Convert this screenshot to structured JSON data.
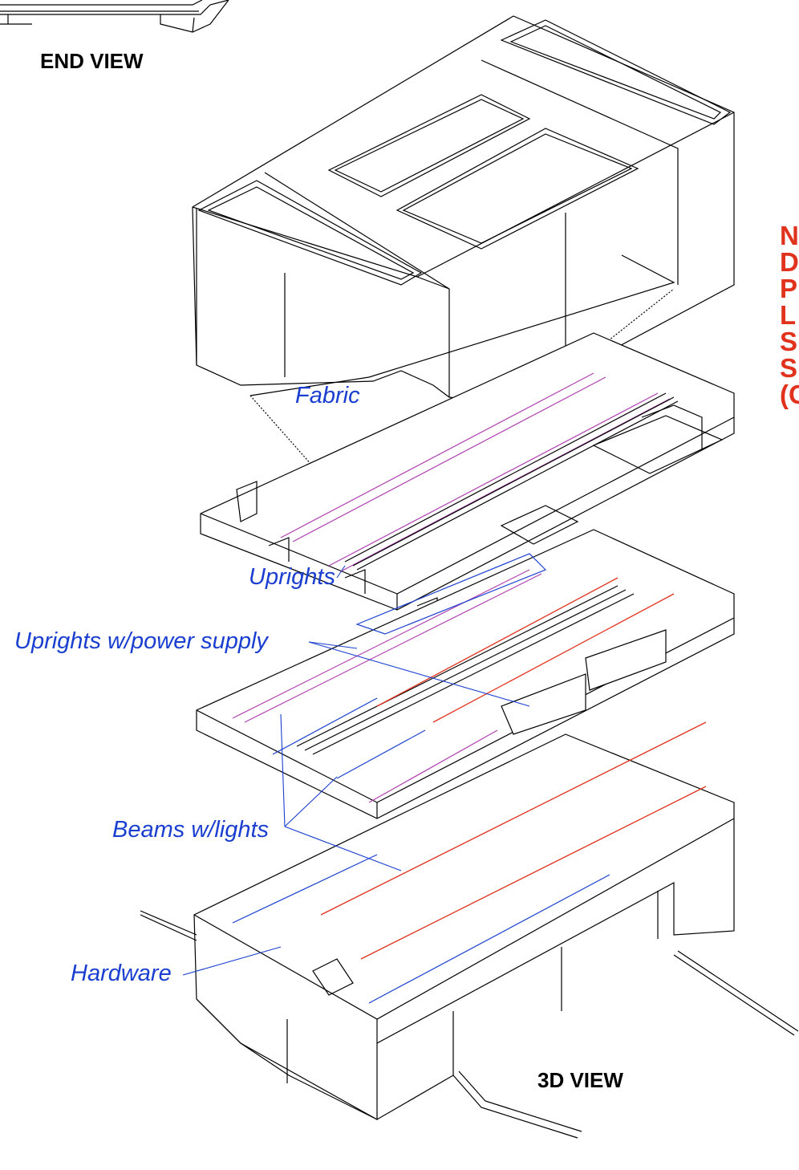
{
  "views": {
    "end_view": "END VIEW",
    "three_d_view": "3D VIEW"
  },
  "callouts": {
    "fabric": "Fabric",
    "uprights": "Uprights",
    "uprights_power": "Uprights w/power supply",
    "beams_lights": "Beams w/lights",
    "hardware": "Hardware"
  },
  "side_note": [
    "N",
    "D",
    "P",
    "L",
    "S",
    "S",
    "(C"
  ],
  "colors": {
    "callout_blue": "#1a3fd0",
    "note_red": "#e0321c",
    "light_magenta": "#b040b0",
    "line_black": "#000000"
  }
}
